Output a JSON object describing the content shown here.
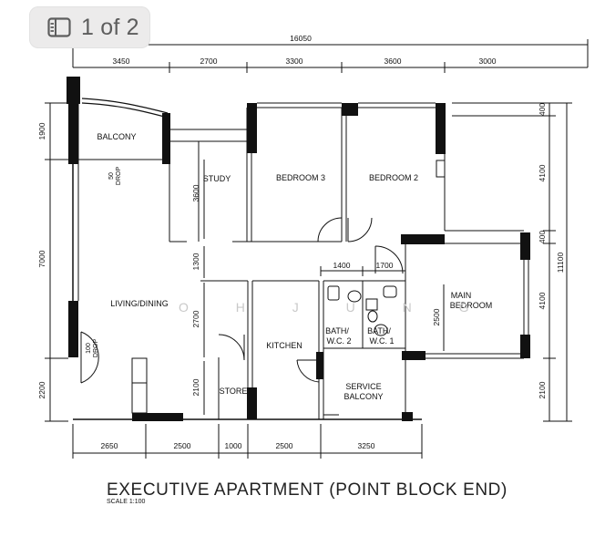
{
  "viewer": {
    "page_indicator": "1 of 2",
    "icon": "page-layout-icon"
  },
  "plan": {
    "title": "EXECUTIVE APARTMENT (POINT BLOCK END)",
    "scale": "SCALE 1:100",
    "watermark": "O H J U N G",
    "overall_width": "16050",
    "overall_height": "11100",
    "top_dims": [
      "3450",
      "2700",
      "3300",
      "3600",
      "3000"
    ],
    "bottom_dims": [
      "2650",
      "2500",
      "1000",
      "2500",
      "3250"
    ],
    "left_dims": [
      "1900",
      "7000",
      "2200"
    ],
    "right_dims": [
      "400",
      "4100",
      "400",
      "4100",
      "2100"
    ],
    "interior_dims": {
      "study_height": "3600",
      "corridor": "1300",
      "kitchen_height": "2700",
      "store_height": "2100",
      "bath_2_width": "1400",
      "bath_1_width": "1700",
      "main_bedroom_depth": "2500"
    },
    "rooms": {
      "balcony": "BALCONY",
      "study": "STUDY",
      "bedroom_3": "BEDROOM 3",
      "bedroom_2": "BEDROOM 2",
      "living_dining": "LIVING/DINING",
      "kitchen": "KITCHEN",
      "store": "STORE",
      "bath_2": [
        "BATH/",
        "W.C. 2"
      ],
      "bath_1": [
        "BATH/",
        "W.C. 1"
      ],
      "main_bedroom": [
        "MAIN",
        "BEDROOM"
      ],
      "service_balcony": [
        "SERVICE",
        "BALCONY"
      ]
    },
    "drop_labels": {
      "balcony_drop": [
        "50",
        "DROP"
      ],
      "entrance_drop": [
        "100",
        "DROP"
      ]
    }
  }
}
